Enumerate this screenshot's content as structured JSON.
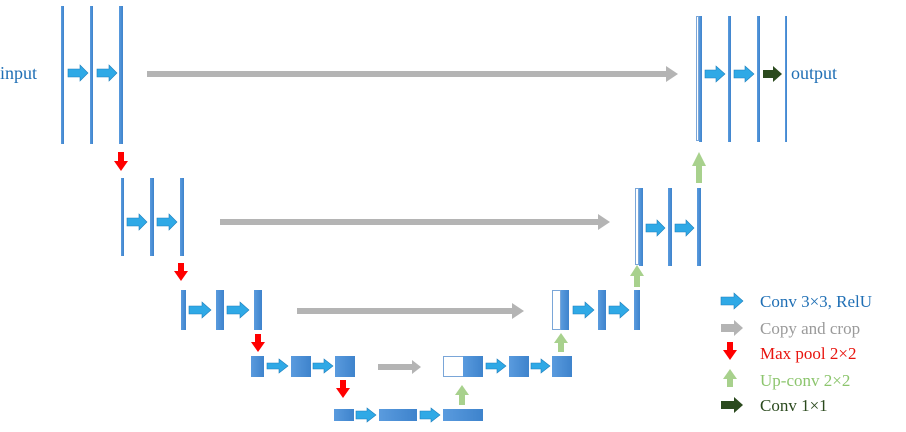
{
  "labels": {
    "input": "input",
    "output": "output"
  },
  "legend": [
    {
      "key": "conv",
      "text": "Conv 3×3, RelU",
      "color": "#1f6fb5",
      "icon": "cyan-right-arrow-icon"
    },
    {
      "key": "copy",
      "text": "Copy and crop",
      "color": "#9a9a9a",
      "icon": "gray-right-arrow-icon"
    },
    {
      "key": "pool",
      "text": "Max pool 2×2",
      "color": "#e8140e",
      "icon": "red-down-arrow-icon"
    },
    {
      "key": "upconv",
      "text": "Up-conv 2×2",
      "color": "#8cc56d",
      "icon": "green-up-arrow-icon"
    },
    {
      "key": "conv1",
      "text": "Conv 1×1",
      "color": "#2b4a1e",
      "icon": "dark-green-right-arrow-icon"
    }
  ],
  "colors": {
    "feature_map": "#4d8fd4",
    "feature_map_stroke": "#3a78bf",
    "conv_arrow": "#2fa9e6",
    "copy_arrow": "#b4b4b4",
    "pool_arrow": "#ff0000",
    "upconv_arrow": "#a8d18d",
    "conv1_arrow": "#2b4a1e",
    "copied_map": "#ffffff"
  }
}
